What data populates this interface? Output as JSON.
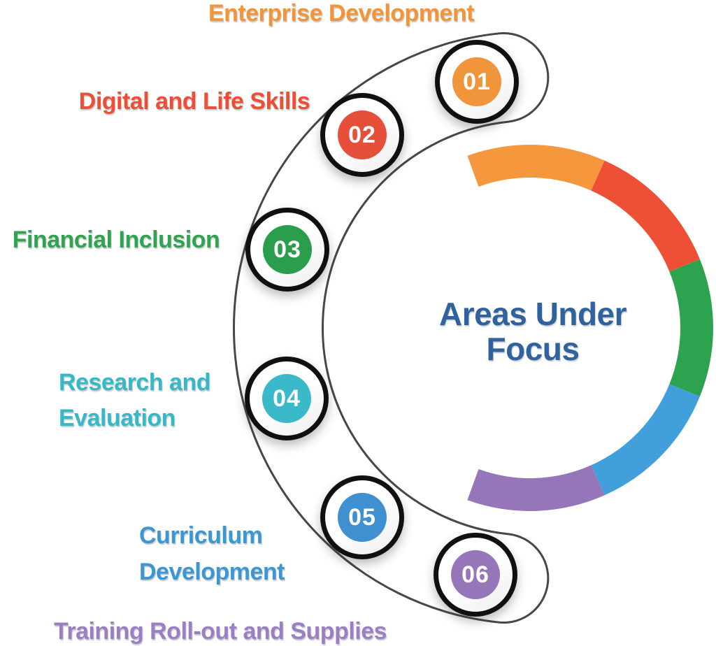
{
  "diagram": {
    "center_title": {
      "line1": "Areas Under",
      "line2": "Focus",
      "color": "#30629E"
    },
    "items": [
      {
        "number": "01",
        "label": "Enterprise Development",
        "label_lines": [
          "Enterprise Development"
        ],
        "node_color": "#F0953C",
        "label_color": "#F2943A"
      },
      {
        "number": "02",
        "label": "Digital and Life Skills",
        "label_lines": [
          "Digital and Life Skills"
        ],
        "node_color": "#E6503A",
        "label_color": "#EE4E36"
      },
      {
        "number": "03",
        "label": "Financial Inclusion",
        "label_lines": [
          "Financial Inclusion"
        ],
        "node_color": "#2B9E4E",
        "label_color": "#2EA350"
      },
      {
        "number": "04",
        "label": "Research and Evaluation",
        "label_lines": [
          "Research and",
          "Evaluation"
        ],
        "node_color": "#39B9C9",
        "label_color": "#35B8C8"
      },
      {
        "number": "05",
        "label": "Curriculum Development",
        "label_lines": [
          "Curriculum",
          "Development"
        ],
        "node_color": "#3E90D1",
        "label_color": "#3B96D4"
      },
      {
        "number": "06",
        "label": "Training Roll-out and Supplies",
        "label_lines": [
          "Training Roll-out and Supplies"
        ],
        "node_color": "#9577B9",
        "label_color": "#9B7EC3"
      }
    ],
    "ring": {
      "segment_colors": [
        "#F5973C",
        "#EE5036",
        "#2EA34F",
        "#41A0DC",
        "#9577B9"
      ],
      "segment_count": 5
    },
    "track_outline_color": "#474747"
  }
}
